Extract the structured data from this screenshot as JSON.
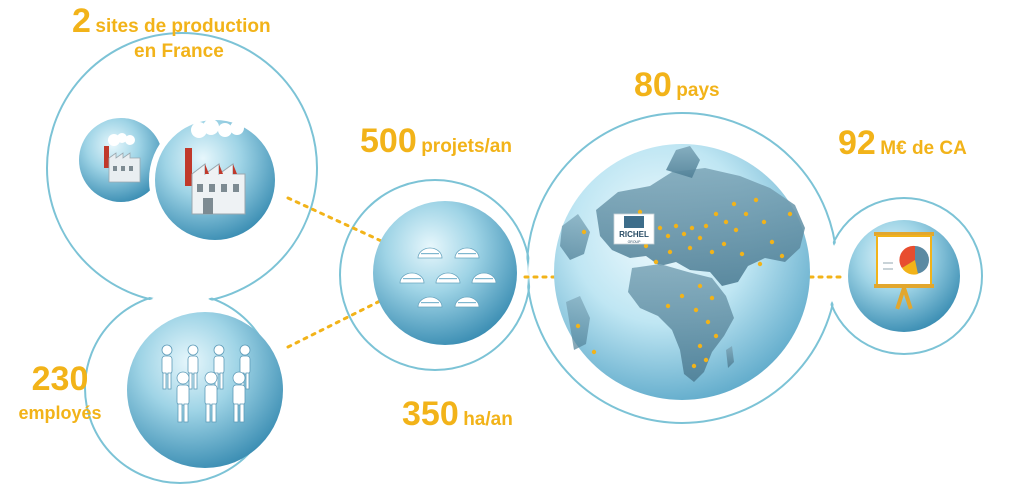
{
  "stats": {
    "sites": {
      "number": "2",
      "text": "sites de production",
      "line2": "en France"
    },
    "employees": {
      "number": "230",
      "text": "employés"
    },
    "projects": {
      "number": "500",
      "text": "projets/an"
    },
    "hectares": {
      "number": "350",
      "text": "ha/an"
    },
    "countries": {
      "number": "80",
      "text": "pays"
    },
    "revenue": {
      "number": "92",
      "text": "M€ de CA"
    }
  },
  "brand": {
    "logo_text": "RICHEL",
    "logo_sub": "GROUP"
  },
  "colors": {
    "accent": "#f2b319",
    "outline": "#7cc3d6",
    "bubble_light": "#cfeef7",
    "bubble_dark": "#3f93b8",
    "dot": "#f2b319"
  },
  "icons": {
    "sites": "factory-icon",
    "employees": "people-icon",
    "projects": "greenhouse-tunnels-icon",
    "countries": "globe-icon",
    "revenue": "presentation-chart-icon"
  }
}
